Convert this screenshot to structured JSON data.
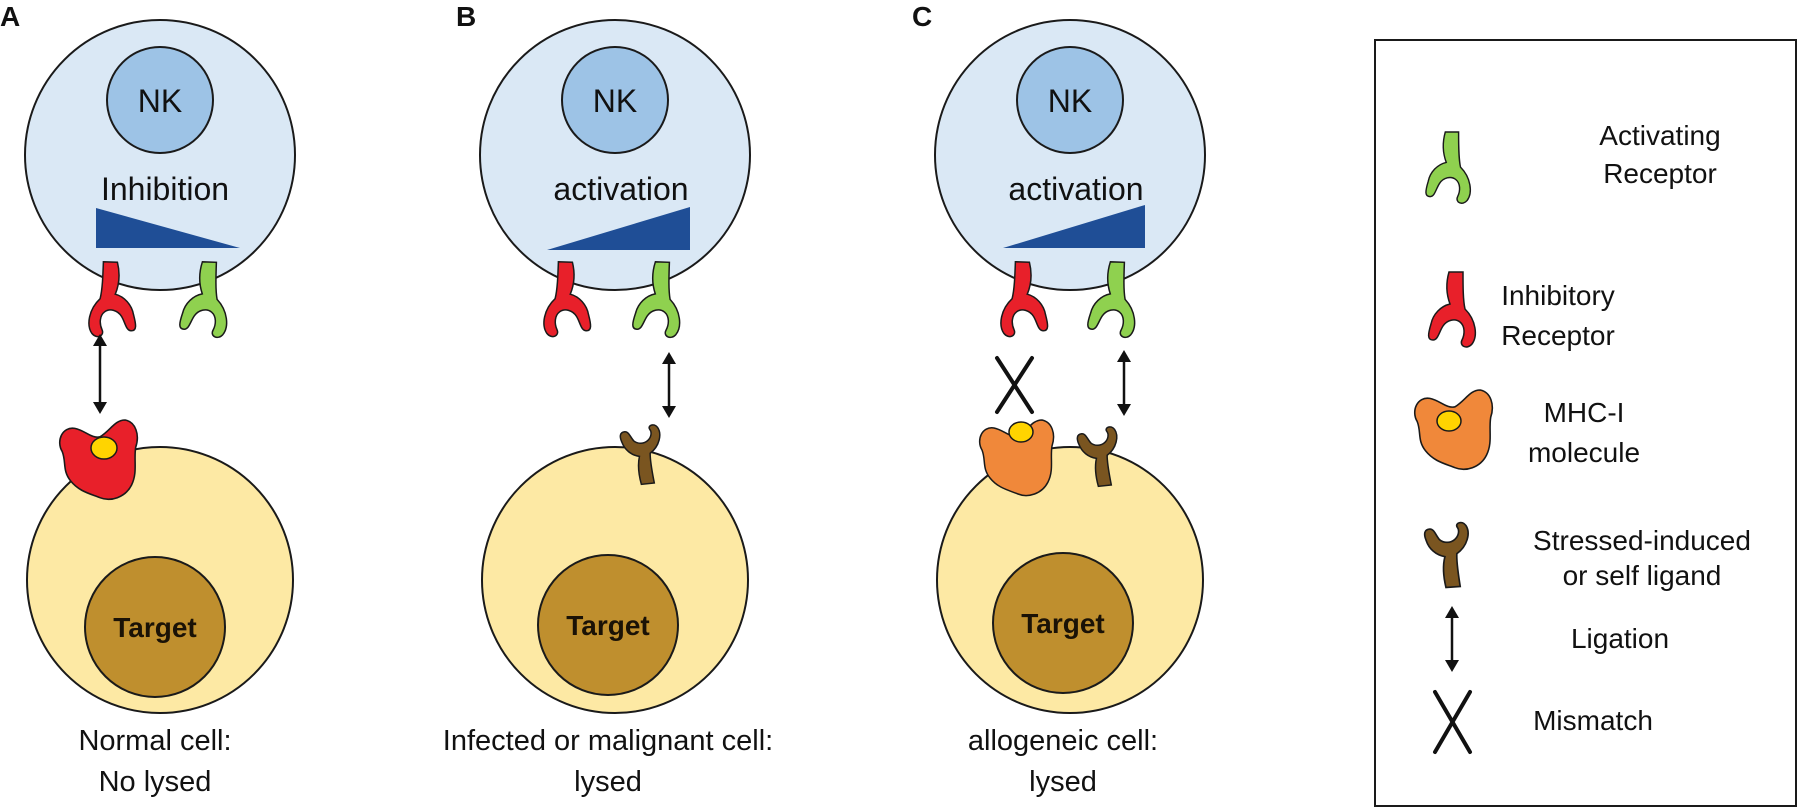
{
  "panels": [
    {
      "letter": "A",
      "nk_label": "NK",
      "signal_label": "Inhibition",
      "target_label": "Target",
      "caption_line1": "Normal cell:",
      "caption_line2": "No lysed"
    },
    {
      "letter": "B",
      "nk_label": "NK",
      "signal_label": "activation",
      "target_label": "Target",
      "caption_line1": "Infected or malignant cell:",
      "caption_line2": "lysed"
    },
    {
      "letter": "C",
      "nk_label": "NK",
      "signal_label": "activation",
      "target_label": "Target",
      "caption_line1": "allogeneic cell:",
      "caption_line2": "lysed"
    }
  ],
  "legend": {
    "activating_l1": "Activating",
    "activating_l2": "Receptor",
    "inhibitory_l1": "Inhibitory",
    "inhibitory_l2": "Receptor",
    "mhc_l1": "MHC-I",
    "mhc_l2": "molecule",
    "ligand_l1": "Stressed-induced",
    "ligand_l2": "or self ligand",
    "ligation": "Ligation",
    "mismatch": "Mismatch"
  },
  "colors": {
    "nk_cell": "#dae8f5",
    "nk_nucleus": "#9dc3e6",
    "target_cell": "#fde9a4",
    "target_nucleus": "#bf8f2e",
    "wedge": "#1f4e96",
    "activating_receptor": "#8fd14f",
    "inhibitory_receptor": "#e8202a",
    "mhc_molecule": "#f0883a",
    "mhc_peptide": "#ffd400",
    "stress_ligand": "#7a5520"
  }
}
